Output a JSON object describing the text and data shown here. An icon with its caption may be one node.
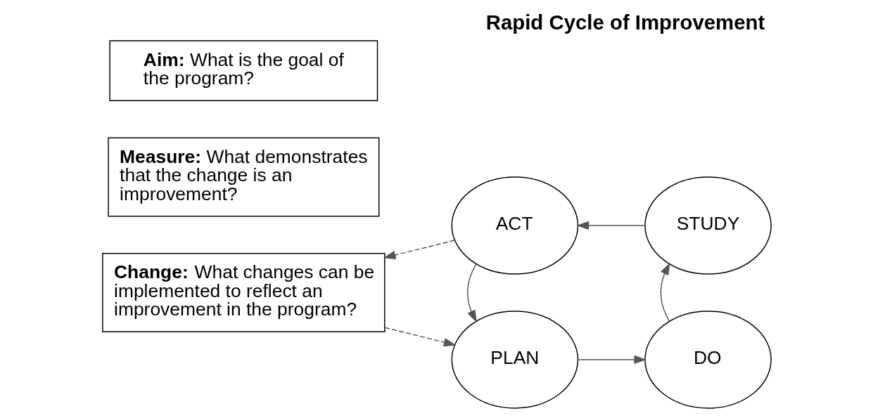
{
  "diagram": {
    "title": "Rapid Cycle of Improvement",
    "nodes": [
      {
        "text": [
          "Aim:",
          "What is the goal of the program?"
        ]
      },
      {
        "text": [
          "Measure:",
          "What demonstrates that the change is an improvement?"
        ]
      },
      {
        "text": [
          "Change:",
          "What changes can be implemented to reflect an improvement in the program?"
        ]
      },
      {
        "text": [
          "PLAN"
        ]
      },
      {
        "text": [
          "DO"
        ]
      },
      {
        "text": [
          "STUDY"
        ]
      },
      {
        "text": [
          "ACT"
        ]
      }
    ],
    "edges": [
      {
        "from": 3,
        "to": 4,
        "arrow": "to"
      },
      {
        "from": 4,
        "to": 5,
        "arrow": "to"
      },
      {
        "from": 5,
        "to": 6,
        "arrow": "to"
      },
      {
        "from": 6,
        "to": 3,
        "arrow": "to"
      },
      {
        "from": 2,
        "to": 3,
        "arrow": "to",
        "style": "dashed"
      },
      {
        "from": 6,
        "to": 2,
        "arrow": "to",
        "style": "dashed"
      }
    ]
  }
}
